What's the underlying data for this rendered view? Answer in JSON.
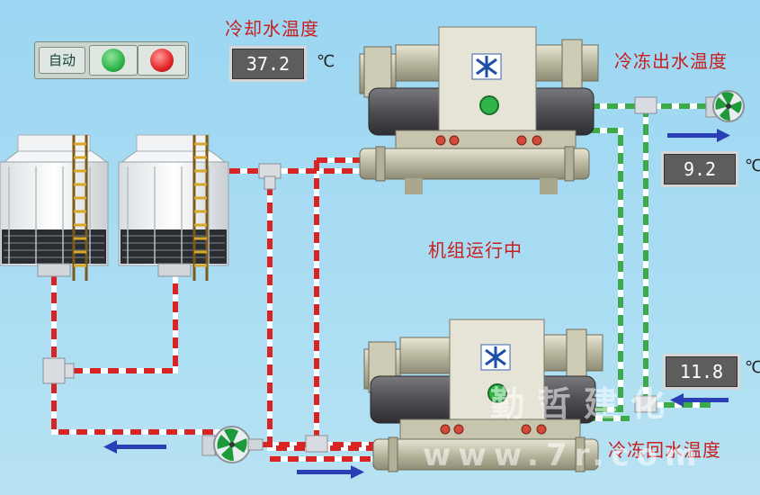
{
  "panel": {
    "auto_label": "自动",
    "start_lamp_color": "#2fb54a",
    "stop_lamp_color": "#e32626"
  },
  "cooling_water": {
    "label": "冷却水温度",
    "value": "37.2",
    "unit": "℃"
  },
  "chilled_out": {
    "label": "冷冻出水温度",
    "value": "9.2",
    "unit": "℃"
  },
  "chilled_return": {
    "label": "冷冻回水温度",
    "value": "11.8",
    "unit": "℃"
  },
  "status": {
    "text": "机组运行中"
  },
  "watermark": {
    "line1": "勤哲建化",
    "line2": "www.7r.com"
  },
  "colors": {
    "hot_pipe": "#d82424",
    "cold_pipe": "#3daa4a",
    "flow_arrow": "#2a3fb5"
  },
  "icons": [
    "fan-icon",
    "snowflake-logo-icon",
    "flow-arrow-icon"
  ]
}
